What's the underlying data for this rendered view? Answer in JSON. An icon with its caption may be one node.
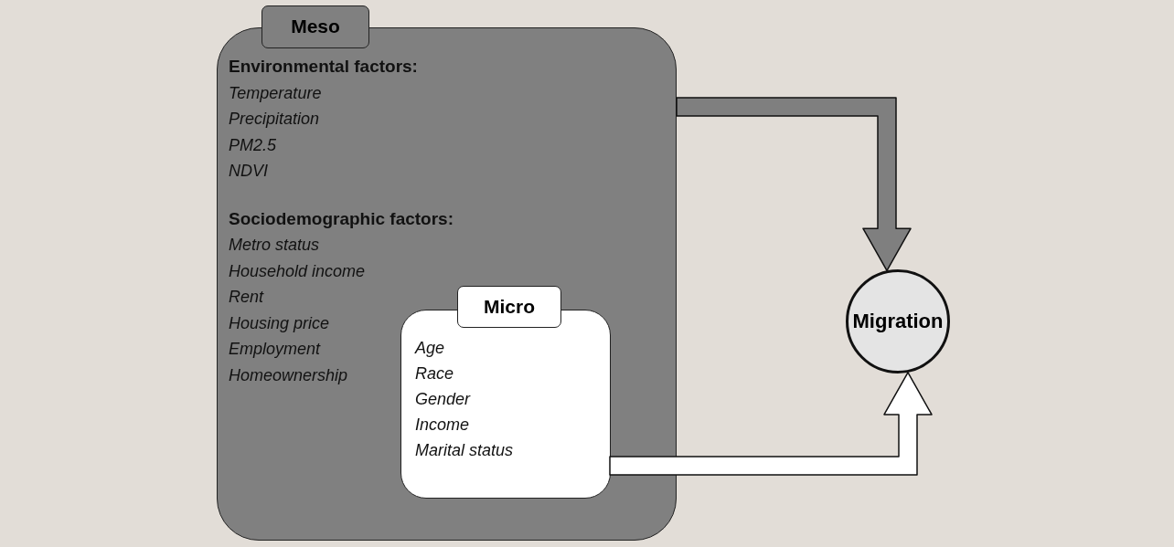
{
  "diagram": {
    "nodes": [
      {
        "text": [
          "Meso",
          "Environmental factors:",
          "Temperature",
          "Precipitation",
          "PM2.5",
          "NDVI",
          "Sociodemographic factors:",
          "Metro status",
          "Household income",
          "Rent",
          "Housing price",
          "Employment",
          "Homeownership"
        ]
      },
      {
        "text": [
          "Micro",
          "Age",
          "Race",
          "Gender",
          "Income",
          "Marital status"
        ],
        "in": 0
      },
      {
        "text": [
          "Migration"
        ]
      }
    ],
    "edges": [
      {
        "from": 0,
        "to": 2,
        "arrow": "to",
        "style": "thick",
        "color": "#7f7f7f"
      },
      {
        "from": 1,
        "to": 2,
        "arrow": "to",
        "style": "thick",
        "color": "#ffffff"
      }
    ]
  }
}
